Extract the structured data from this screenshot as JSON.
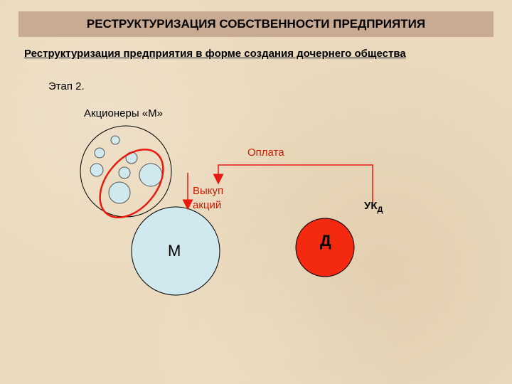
{
  "title": "РЕСТРУКТУРИЗАЦИЯ СОБСТВЕННОСТИ ПРЕДПРИЯТИЯ",
  "subtitle": "Реструктуризация предприятия в форме создания дочернего общества",
  "stage": "Этап 2.",
  "shareholders_label": "Акционеры «М»",
  "payment_label": "Оплата",
  "buyback_line1": "Выкуп",
  "buyback_line2": "акций",
  "uk_label": "УК",
  "uk_subscript": "Д",
  "company_m": "М",
  "company_d": "Д",
  "colors": {
    "accent_red": "#e8190e",
    "circle_fill": "#cfe9ef",
    "title_bar": "#c9aa93"
  }
}
